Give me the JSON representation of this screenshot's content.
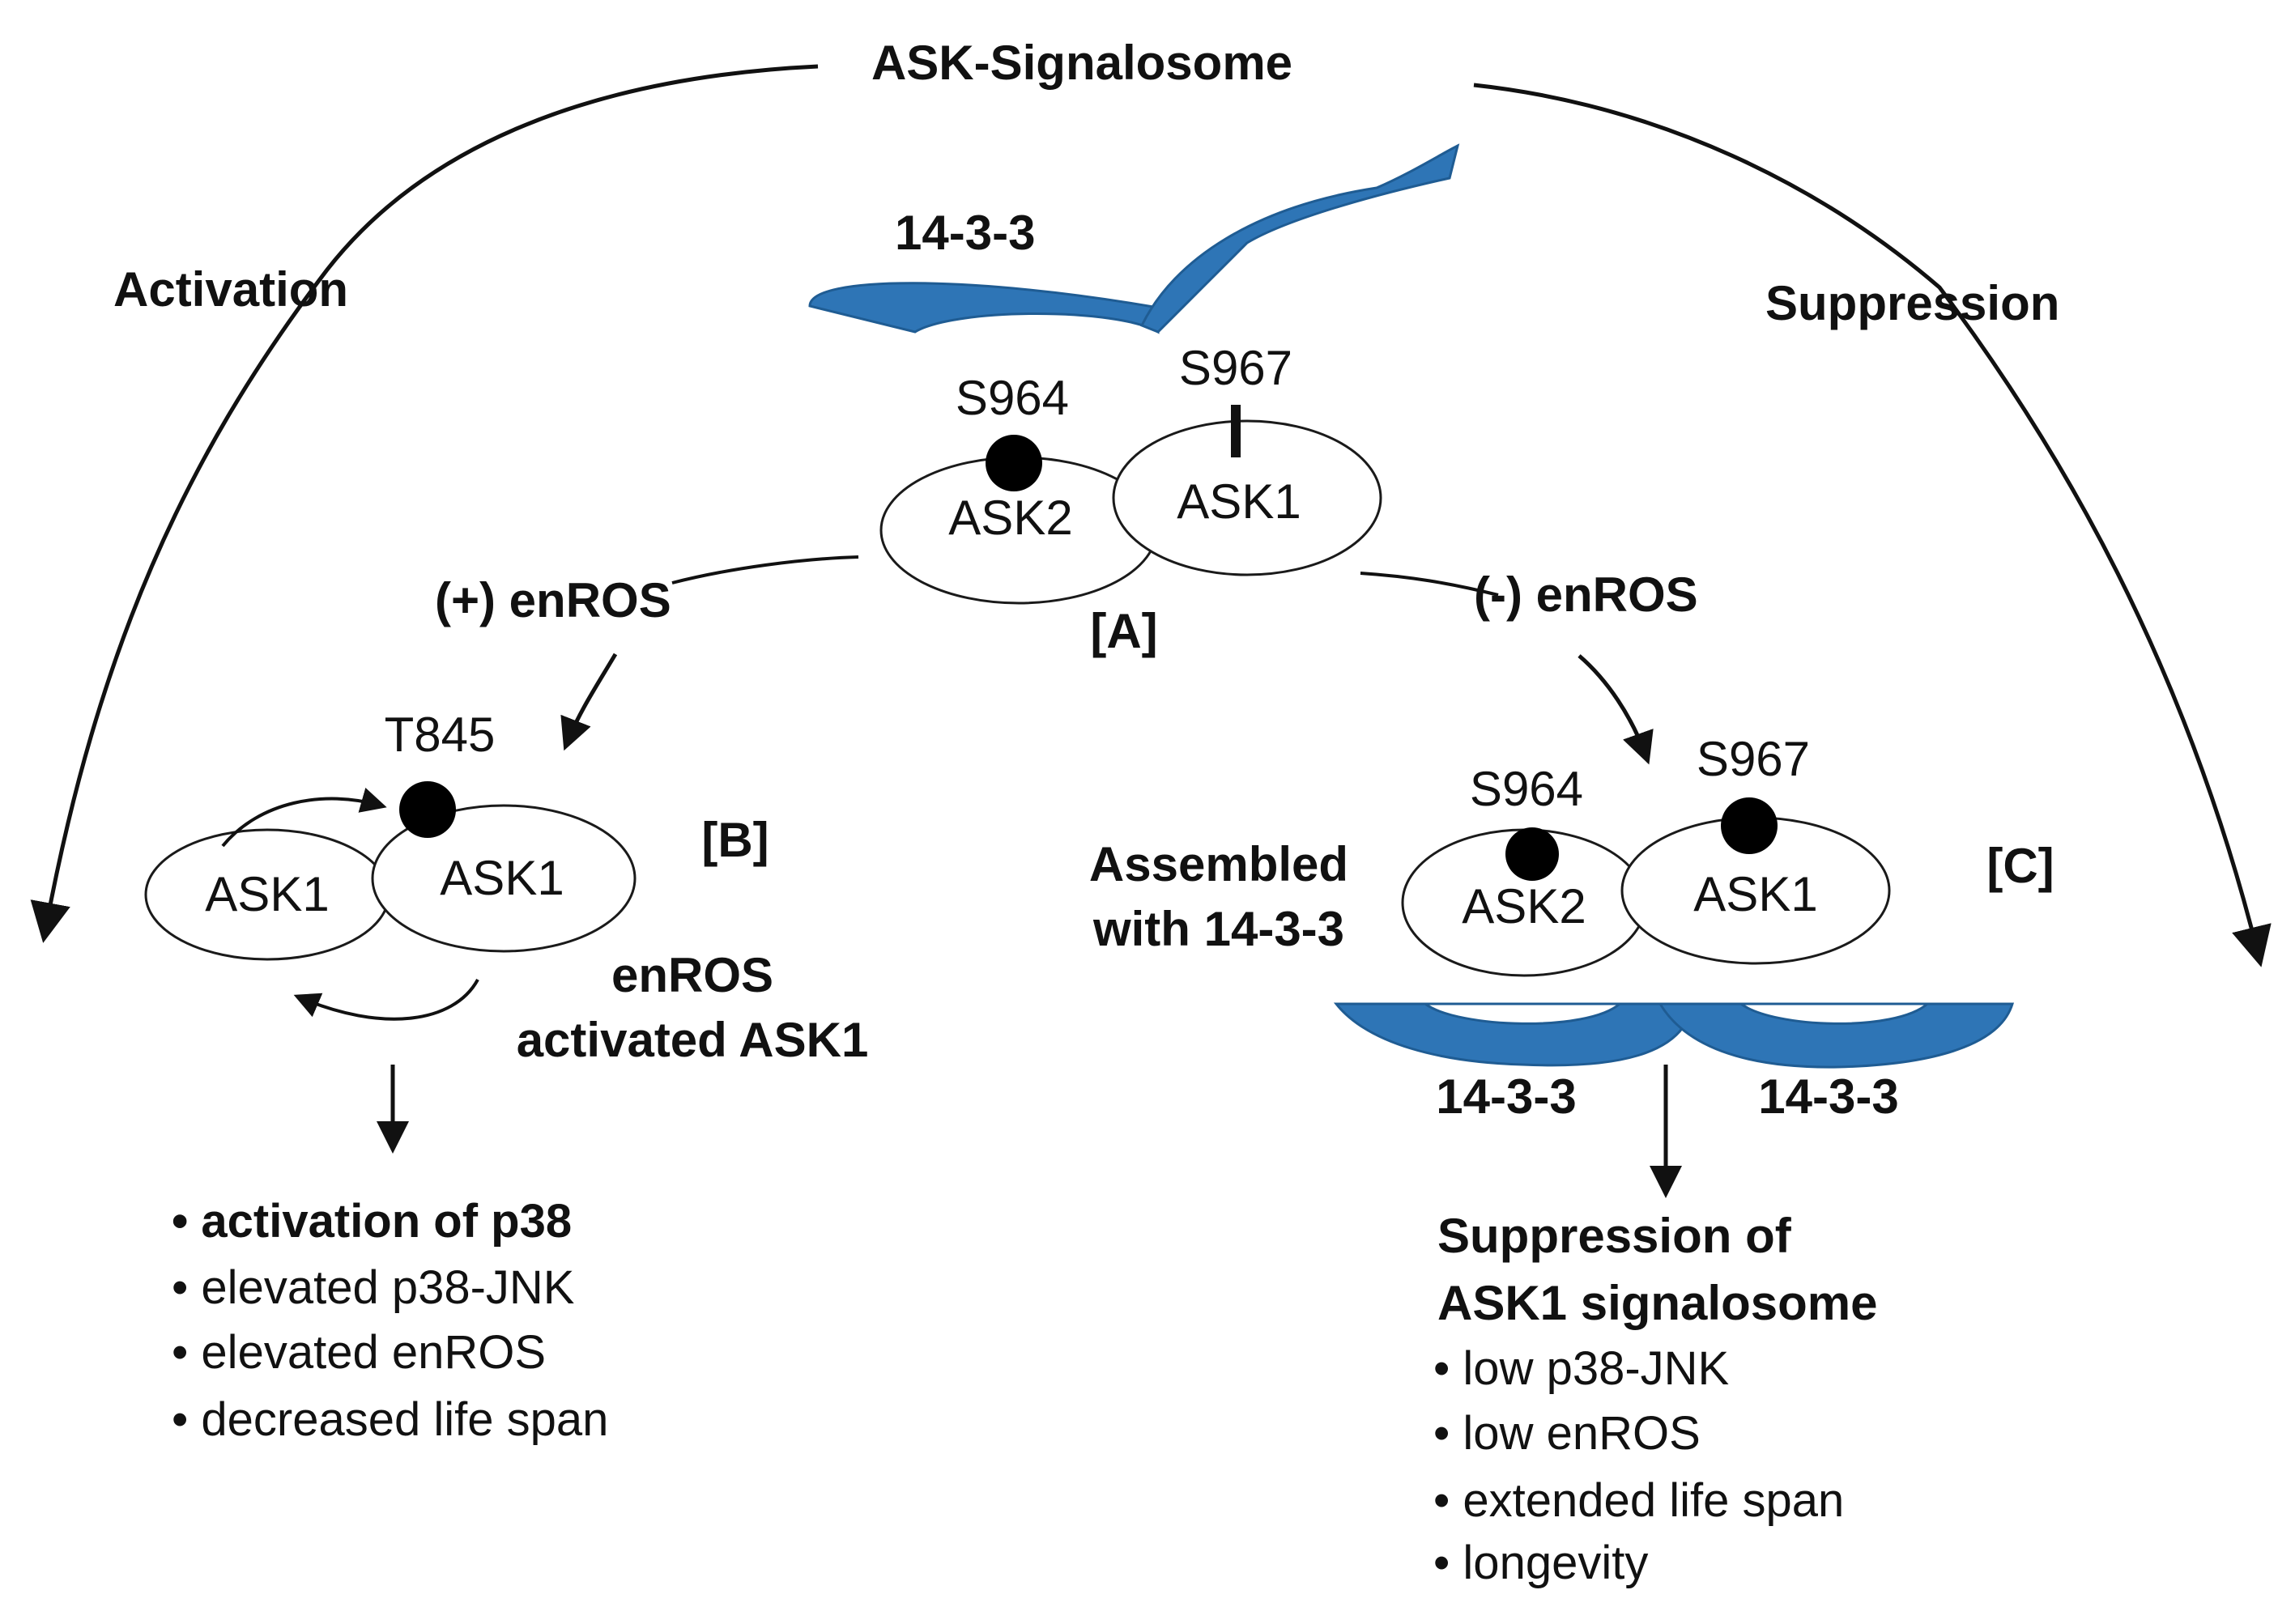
{
  "title": "ASK-Signalosome",
  "arc_labels": {
    "left": "Activation",
    "right": "Suppression"
  },
  "panel_a": {
    "label": "[A]",
    "scaffold": "14-3-3",
    "site_left": "S964",
    "site_right": "S967",
    "protein_left": "ASK2",
    "protein_right": "ASK1"
  },
  "branches": {
    "positive": "(+) enROS",
    "negative": "(-) enROS"
  },
  "panel_b": {
    "label": "[B]",
    "site": "T845",
    "protein_left": "ASK1",
    "protein_right": "ASK1",
    "caption_line1": "enROS",
    "caption_line2": "activated ASK1",
    "outcomes": [
      "• activation of p38",
      "• elevated p38-JNK",
      "• elevated enROS",
      "• decreased life span"
    ]
  },
  "panel_c": {
    "label": "[C]",
    "site_left": "S964",
    "site_right": "S967",
    "protein_left": "ASK2",
    "protein_right": "ASK1",
    "caption_line1": "Assembled",
    "caption_line2": "with 14-3-3",
    "scaffold_left": "14-3-3",
    "scaffold_right": "14-3-3",
    "outcome_title_line1": "Suppression of",
    "outcome_title_line2": "ASK1 signalosome",
    "outcomes": [
      "• low p38-JNK",
      "• low enROS",
      "• extended life span",
      "• longevity"
    ]
  },
  "colors": {
    "scaffold": "#2e75b6",
    "line": "#111111"
  }
}
